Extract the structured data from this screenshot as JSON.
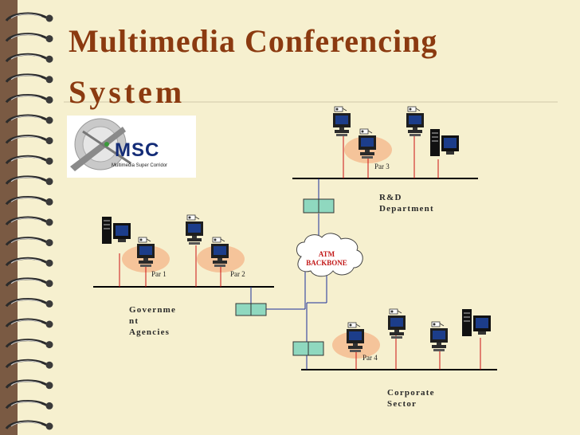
{
  "slide": {
    "title_line1": "Multimedia Conferencing",
    "title_line2": "System"
  },
  "logo": {
    "text": "MSC",
    "subtext": "Multimedia Super Corridor"
  },
  "network": {
    "atm_label_line1": "ATM",
    "atm_label_line2": "BACKBONE",
    "rnd_line1": "R&D",
    "rnd_line2": "Department",
    "gov_line1": "Governme",
    "gov_line2": "nt",
    "gov_line3": "Agencies",
    "corp_line1": "Corporate",
    "corp_line2": "Sector",
    "par1": "Par 1",
    "par2": "Par 2",
    "par3": "Par 3",
    "par4": "Par 4"
  },
  "colors": {
    "background": "#7a5a43",
    "paper": "#f6f0cf",
    "title": "#8b3a10",
    "participant_highlight": "#f5c49a",
    "switch": "#8fd8bf",
    "cloud_text": "#c21818"
  }
}
